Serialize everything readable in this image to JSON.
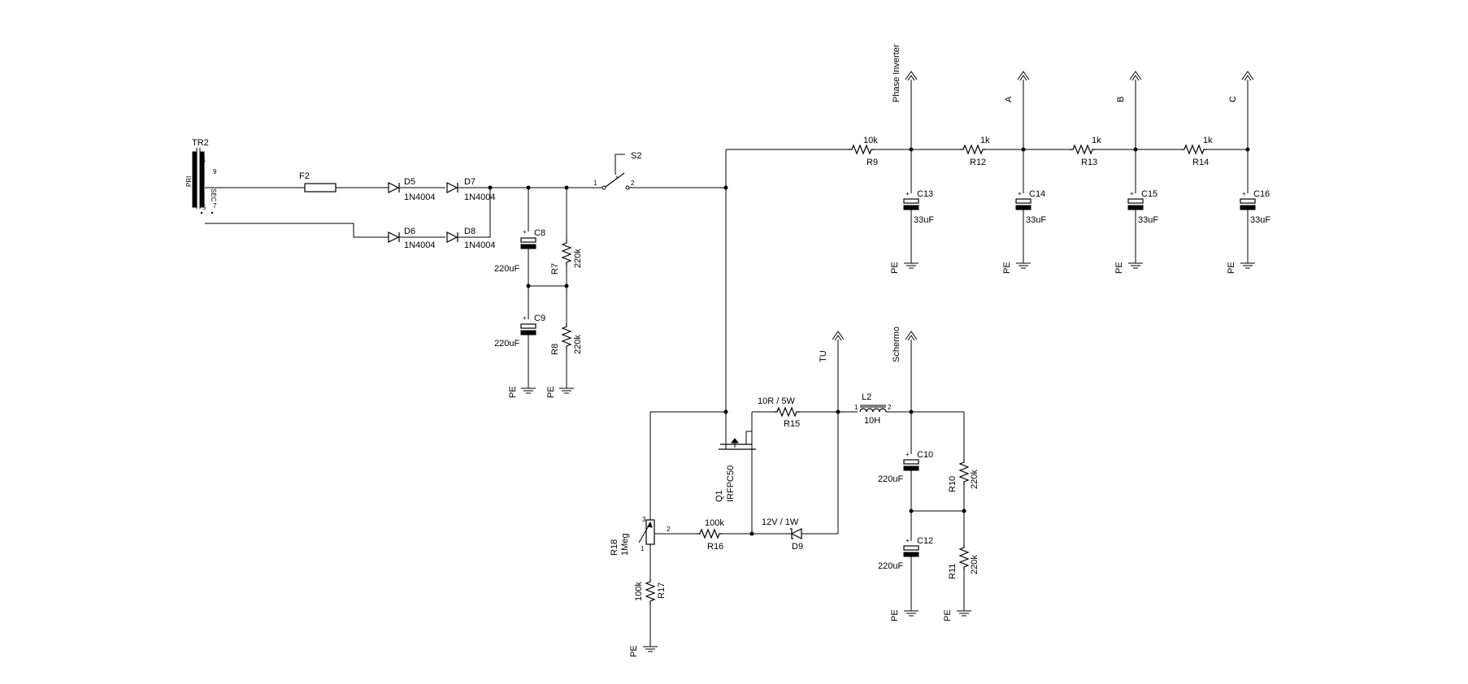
{
  "components": {
    "tr2": {
      "ref": "TR2",
      "pin1": "1",
      "pin5": "5",
      "pin9": "9",
      "pin7": "7",
      "pri": "PRI",
      "sec": "SEC"
    },
    "f2": {
      "ref": "F2"
    },
    "d5": {
      "ref": "D5",
      "value": "1N4004"
    },
    "d6": {
      "ref": "D6",
      "value": "1N4004"
    },
    "d7": {
      "ref": "D7",
      "value": "1N4004"
    },
    "d8": {
      "ref": "D8",
      "value": "1N4004"
    },
    "c8": {
      "ref": "C8",
      "value": "220uF"
    },
    "c9": {
      "ref": "C9",
      "value": "220uF"
    },
    "r7": {
      "ref": "R7",
      "value": "220k"
    },
    "r8": {
      "ref": "R8",
      "value": "220k"
    },
    "s2": {
      "ref": "S2",
      "pin1": "1",
      "pin2": "2"
    },
    "r9": {
      "ref": "R9",
      "value": "10k"
    },
    "r12": {
      "ref": "R12",
      "value": "1k"
    },
    "r13": {
      "ref": "R13",
      "value": "1k"
    },
    "r14": {
      "ref": "R14",
      "value": "1k"
    },
    "c13": {
      "ref": "C13",
      "value": "33uF"
    },
    "c14": {
      "ref": "C14",
      "value": "33uF"
    },
    "c15": {
      "ref": "C15",
      "value": "33uF"
    },
    "c16": {
      "ref": "C16",
      "value": "33uF"
    },
    "r15": {
      "ref": "R15",
      "value": "10R / 5W"
    },
    "q1": {
      "ref": "Q1",
      "value": "IRFPC50"
    },
    "l2": {
      "ref": "L2",
      "value": "10H",
      "pin1": "1",
      "pin2": "2"
    },
    "c10": {
      "ref": "C10",
      "value": "220uF"
    },
    "c12": {
      "ref": "C12",
      "value": "220uF"
    },
    "r10": {
      "ref": "R10",
      "value": "220k"
    },
    "r11": {
      "ref": "R11",
      "value": "220k"
    },
    "r16": {
      "ref": "R16",
      "value": "100k"
    },
    "d9": {
      "ref": "D9",
      "value": "12V / 1W"
    },
    "r17": {
      "ref": "R17",
      "value": "100k"
    },
    "r18": {
      "ref": "R18",
      "value": "1Meg",
      "pin1": "1",
      "pin2": "2",
      "pin3": "3"
    }
  },
  "nets": {
    "phase_inverter": "Phase Inverter",
    "a": "A",
    "b": "B",
    "c": "C",
    "tu": "TU",
    "schermo": "Schermo",
    "ground": "PE"
  },
  "polarity": "+"
}
